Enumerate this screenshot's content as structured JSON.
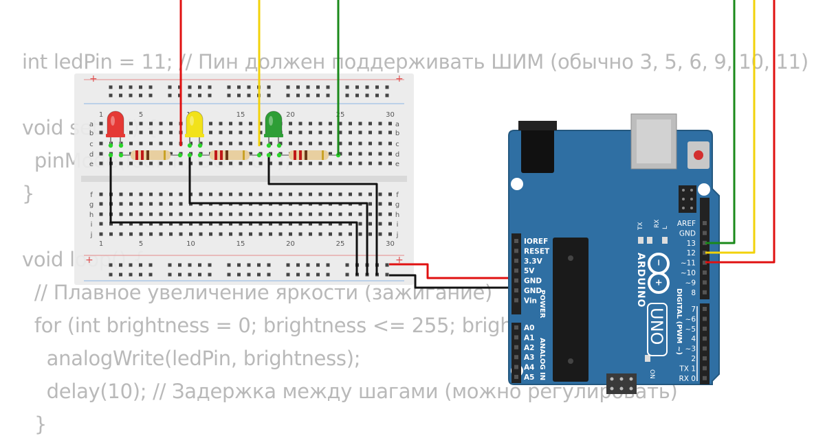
{
  "background_code": [
    "int ledPin = 11; // Пин должен поддерживать ШИМ (обычно 3, 5, 6, 9, 10, 11)",
    "void setup() {",
    "  pinMode(ledPin, OUTPUT);",
    "}",
    "void loop() {",
    "  // Плавное увеличение яркости (зажигание)",
    "  for (int brightness = 0; brightness <= 255; brightness++) {",
    "    analogWrite(ledPin, brightness);",
    "    delay(10); // Задержка между шагами (можно регулировать)",
    "  }"
  ],
  "breadboard": {
    "rail_plus": "+",
    "col_labels": [
      "1",
      "5",
      "10",
      "15",
      "20",
      "25",
      "30"
    ],
    "row_labels_top": [
      "a",
      "b",
      "c",
      "d",
      "e"
    ],
    "row_labels_bottom": [
      "f",
      "g",
      "h",
      "i",
      "j"
    ]
  },
  "leds": [
    {
      "color": "red",
      "hex": "#e53935"
    },
    {
      "color": "yellow",
      "hex": "#f2e21a"
    },
    {
      "color": "green",
      "hex": "#2e9e36"
    }
  ],
  "wire_colors": {
    "red": "#e01010",
    "yellow": "#f2d20a",
    "green": "#1a8a1a",
    "black": "#111111"
  },
  "arduino": {
    "brand": "ARDUINO",
    "model": "UNO",
    "board_color": "#2f6fa3",
    "power_header": [
      "IOREF",
      "RESET",
      "3.3V",
      "5V",
      "GND",
      "GND",
      "Vin"
    ],
    "power_label": "POWER",
    "analog_header": [
      "A0",
      "A1",
      "A2",
      "A3",
      "A4",
      "A5"
    ],
    "analog_label": "ANALOG IN",
    "digital_top": [
      "AREF",
      "GND",
      "13",
      "12",
      "~11",
      "~10",
      "~9",
      "8"
    ],
    "digital_bottom": [
      "7",
      "~6",
      "~5",
      "4",
      "~3",
      "2",
      "TX 1",
      "RX 0"
    ],
    "digital_label": "DIGITAL (PWM ~)",
    "led_labels": [
      "TX",
      "RX",
      "L"
    ],
    "on_label": "ON"
  }
}
